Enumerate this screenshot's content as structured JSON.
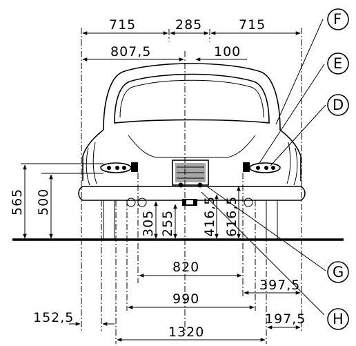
{
  "dimensions": {
    "top_left": "715",
    "top_center": "285",
    "top_right": "715",
    "second_left": "807,5",
    "second_right": "100",
    "h_565": "565",
    "h_500": "500",
    "h_305": "305",
    "h_255": "255",
    "h_416_5": "416,5",
    "h_616_5": "616,5",
    "w_820": "820",
    "w_397_5": "397,5",
    "w_990": "990",
    "w_152_5": "152,5",
    "w_197_5": "197,5",
    "w_1320": "1320"
  },
  "callouts": {
    "f": "F",
    "e": "E",
    "d": "D",
    "g": "G",
    "h": "H"
  },
  "colors": {
    "ink": "#000000",
    "paper": "#ffffff"
  }
}
